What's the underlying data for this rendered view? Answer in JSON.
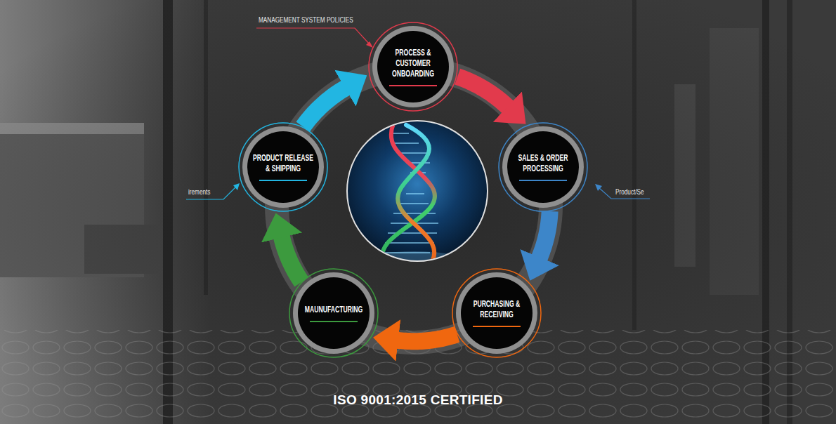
{
  "diagram": {
    "caption": "ISO 9001:2015 CERTIFIED",
    "nodes": [
      {
        "text": [
          "PROCESS & CUSTOMER ONBOARDING"
        ]
      },
      {
        "text": [
          "SALES & ORDER PROCESSING"
        ]
      },
      {
        "text": [
          "PURCHASING & RECEIVING"
        ]
      },
      {
        "text": [
          "MAUNUFACTURING"
        ]
      },
      {
        "text": [
          "PRODUCT RELEASE & SHIPPING"
        ]
      }
    ],
    "edges": [
      {
        "from": 0,
        "to": 1,
        "arrow": "to"
      },
      {
        "from": 1,
        "to": 2,
        "arrow": "to"
      },
      {
        "from": 2,
        "to": 3,
        "arrow": "to"
      },
      {
        "from": 3,
        "to": 4,
        "arrow": "to"
      },
      {
        "from": 4,
        "to": 0,
        "arrow": "to"
      }
    ],
    "labels": [
      "MANAGEMENT SYSTEM POLICIES",
      "irements",
      "Product/Se"
    ]
  }
}
